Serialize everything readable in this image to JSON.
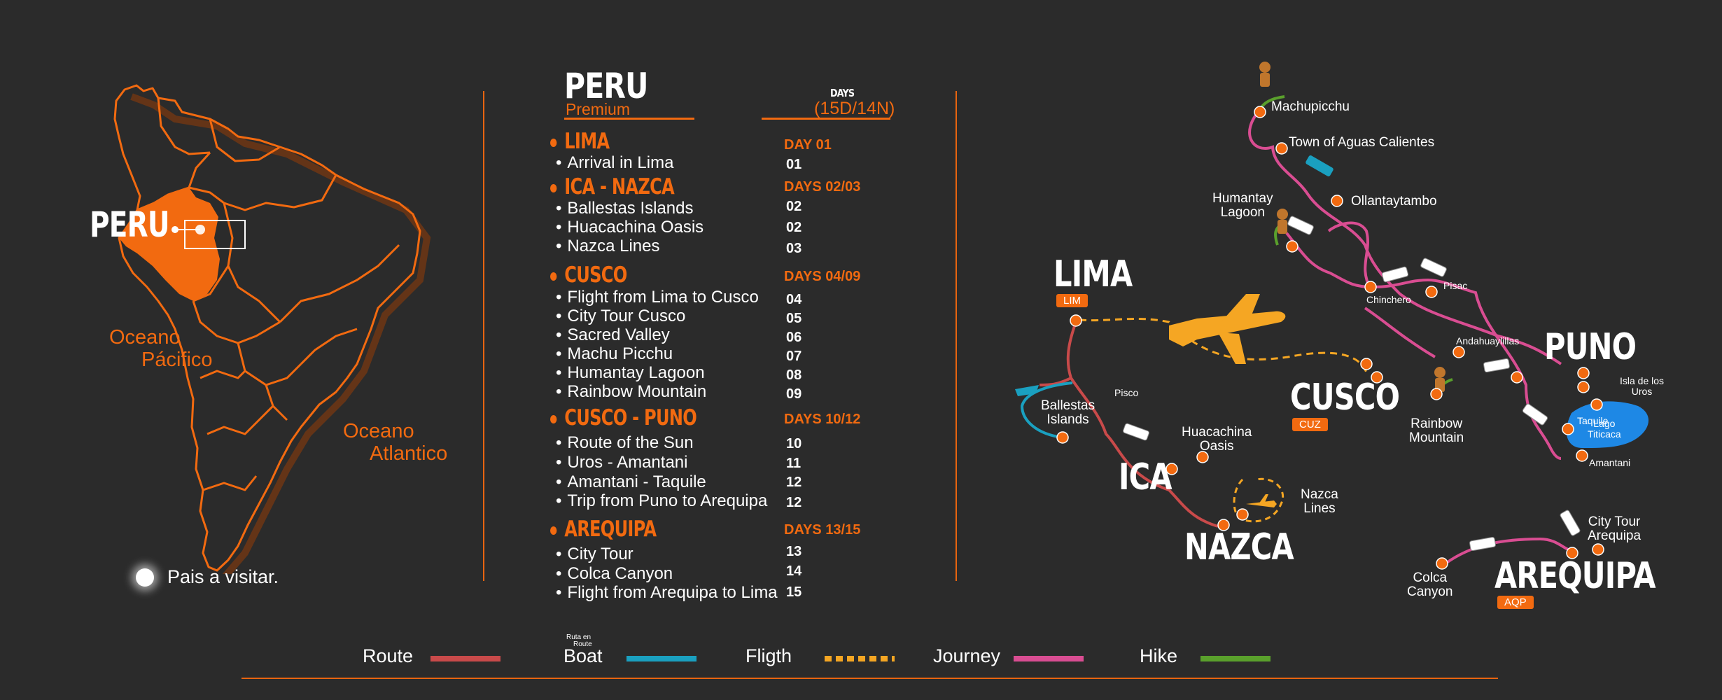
{
  "colors": {
    "background": "#2b2b2b",
    "accent": "#f26a10",
    "route": "#c94a4a",
    "boat": "#1aa0c0",
    "flight": "#f5a623",
    "journey": "#d94d92",
    "hike": "#5aa02c",
    "lake": "#1e88e5"
  },
  "left_map": {
    "country_label": "PERU",
    "ocean_pacific_1": "Oceano",
    "ocean_pacific_2": "Pácifico",
    "ocean_atlantic_1": "Oceano",
    "ocean_atlantic_2": "Atlantico",
    "legend_label": "Pais a visitar."
  },
  "itinerary": {
    "title": "PERU",
    "subtitle": "Premium",
    "days_label": "DAYS",
    "duration": "(15D/14N)",
    "sections": [
      {
        "name": "LIMA",
        "days": "DAY 01",
        "items": [
          {
            "label": "Arrival in Lima",
            "day": "01"
          }
        ]
      },
      {
        "name": "ICA - NAZCA",
        "days": "DAYS 02/03",
        "items": [
          {
            "label": "Ballestas Islands",
            "day": "02"
          },
          {
            "label": "Huacachina Oasis",
            "day": "02"
          },
          {
            "label": "Nazca Lines",
            "day": "03"
          }
        ]
      },
      {
        "name": "CUSCO",
        "days": "DAYS 04/09",
        "items": [
          {
            "label": "Flight from Lima to Cusco",
            "day": "04"
          },
          {
            "label": "City Tour Cusco",
            "day": "05"
          },
          {
            "label": "Sacred Valley",
            "day": "06"
          },
          {
            "label": "Machu Picchu",
            "day": "07"
          },
          {
            "label": "Humantay Lagoon",
            "day": "08"
          },
          {
            "label": "Rainbow Mountain",
            "day": "09"
          }
        ]
      },
      {
        "name": "CUSCO - PUNO",
        "days": "DAYS 10/12",
        "items": [
          {
            "label": "Route of the Sun",
            "day": "10"
          },
          {
            "label": "Uros - Amantani",
            "day": "11"
          },
          {
            "label": "Amantani - Taquile",
            "day": "12"
          },
          {
            "label": "Trip from Puno to Arequipa",
            "day": "12"
          }
        ]
      },
      {
        "name": "AREQUIPA",
        "days": "DAYS 13/15",
        "items": [
          {
            "label": "City Tour",
            "day": "13"
          },
          {
            "label": "Colca Canyon",
            "day": "14"
          },
          {
            "label": "Flight from Arequipa to Lima",
            "day": "15"
          }
        ]
      }
    ]
  },
  "route_map": {
    "cities": {
      "lima": {
        "name": "LIMA",
        "code": "LIM"
      },
      "cusco": {
        "name": "CUSCO",
        "code": "CUZ"
      },
      "puno": {
        "name": "PUNO"
      },
      "ica": {
        "name": "ICA"
      },
      "nazca": {
        "name": "NAZCA"
      },
      "arequipa": {
        "name": "AREQUIPA",
        "code": "AQP"
      }
    },
    "places": {
      "machupicchu": "Machupicchu",
      "aguas_calientes": "Town of Aguas Calientes",
      "ollantaytambo": "Ollantaytambo",
      "humantay_1": "Humantay",
      "humantay_2": "Lagoon",
      "chinchero": "Chinchero",
      "pisac": "Pisac",
      "andahuaylillas": "Andahuaylillas",
      "pisco": "Pisco",
      "ballestas_1": "Ballestas",
      "ballestas_2": "Islands",
      "huacachina_1": "Huacachina",
      "huacachina_2": "Oasis",
      "nazca_lines_1": "Nazca",
      "nazca_lines_2": "Lines",
      "rainbow_1": "Rainbow",
      "rainbow_2": "Mountain",
      "isla_1": "Isla de los",
      "isla_2": "Uros",
      "taquile": "Taquile",
      "lago_1": "Lago",
      "lago_2": "Titicaca",
      "amantani": "Amantani",
      "city_tour_1": "City Tour",
      "city_tour_2": "Arequipa",
      "colca_1": "Colca",
      "colca_2": "Canyon"
    }
  },
  "legend": {
    "route": "Route",
    "boat_small_1": "Ruta en",
    "boat_small_2": "Route",
    "boat": "Boat",
    "flight": "Fligth",
    "journey": "Journey",
    "hike": "Hike"
  }
}
